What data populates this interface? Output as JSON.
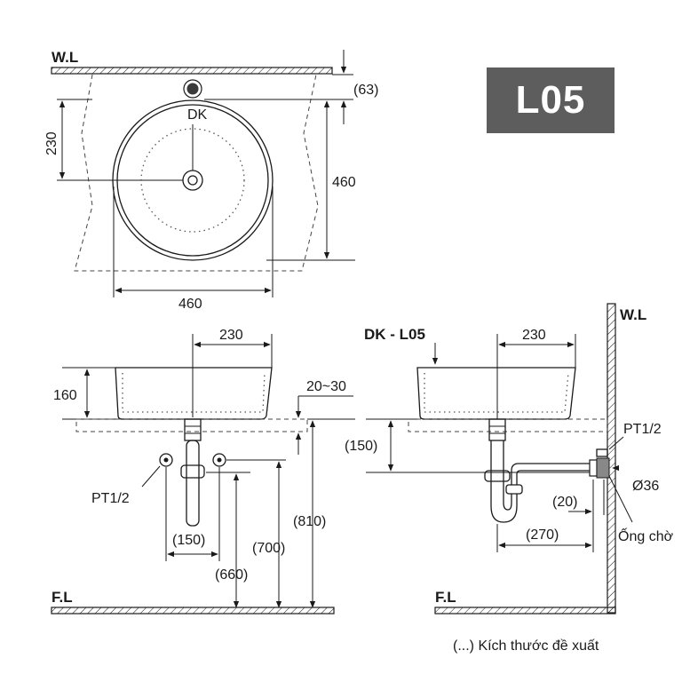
{
  "model_badge": "L05",
  "top_view": {
    "wall_level": "W.L",
    "dim_top_offset": "(63)",
    "dim_center_depth": "230",
    "dim_depth": "460",
    "dim_width": "460",
    "brand_mark": "DK"
  },
  "front_view": {
    "dim_half_width": "230",
    "dim_bowl_height": "160",
    "dim_counter_thickness": "20~30",
    "label_valve": "PT1/2",
    "dim_valve_spacing": "(150)",
    "dim_valve_height": "(660)",
    "dim_counter_to_valve": "(700)",
    "dim_counter_height": "(810)",
    "floor_level": "F.L"
  },
  "side_view": {
    "wall_level": "W.L",
    "model_label": "DK - L05",
    "dim_half_width": "230",
    "label_valve": "PT1/2",
    "dim_drain_height": "(150)",
    "dim_pipe_diameter": "Ø36",
    "dim_wall_gap": "(20)",
    "dim_trap_offset": "(270)",
    "label_wall_pipe": "Ống chờ",
    "floor_level": "F.L"
  },
  "footnote": "(...) Kích thước đề xuất",
  "colors": {
    "ink": "#1a1a1a",
    "badge": "#5d5d5d",
    "badge_text": "#ffffff"
  }
}
